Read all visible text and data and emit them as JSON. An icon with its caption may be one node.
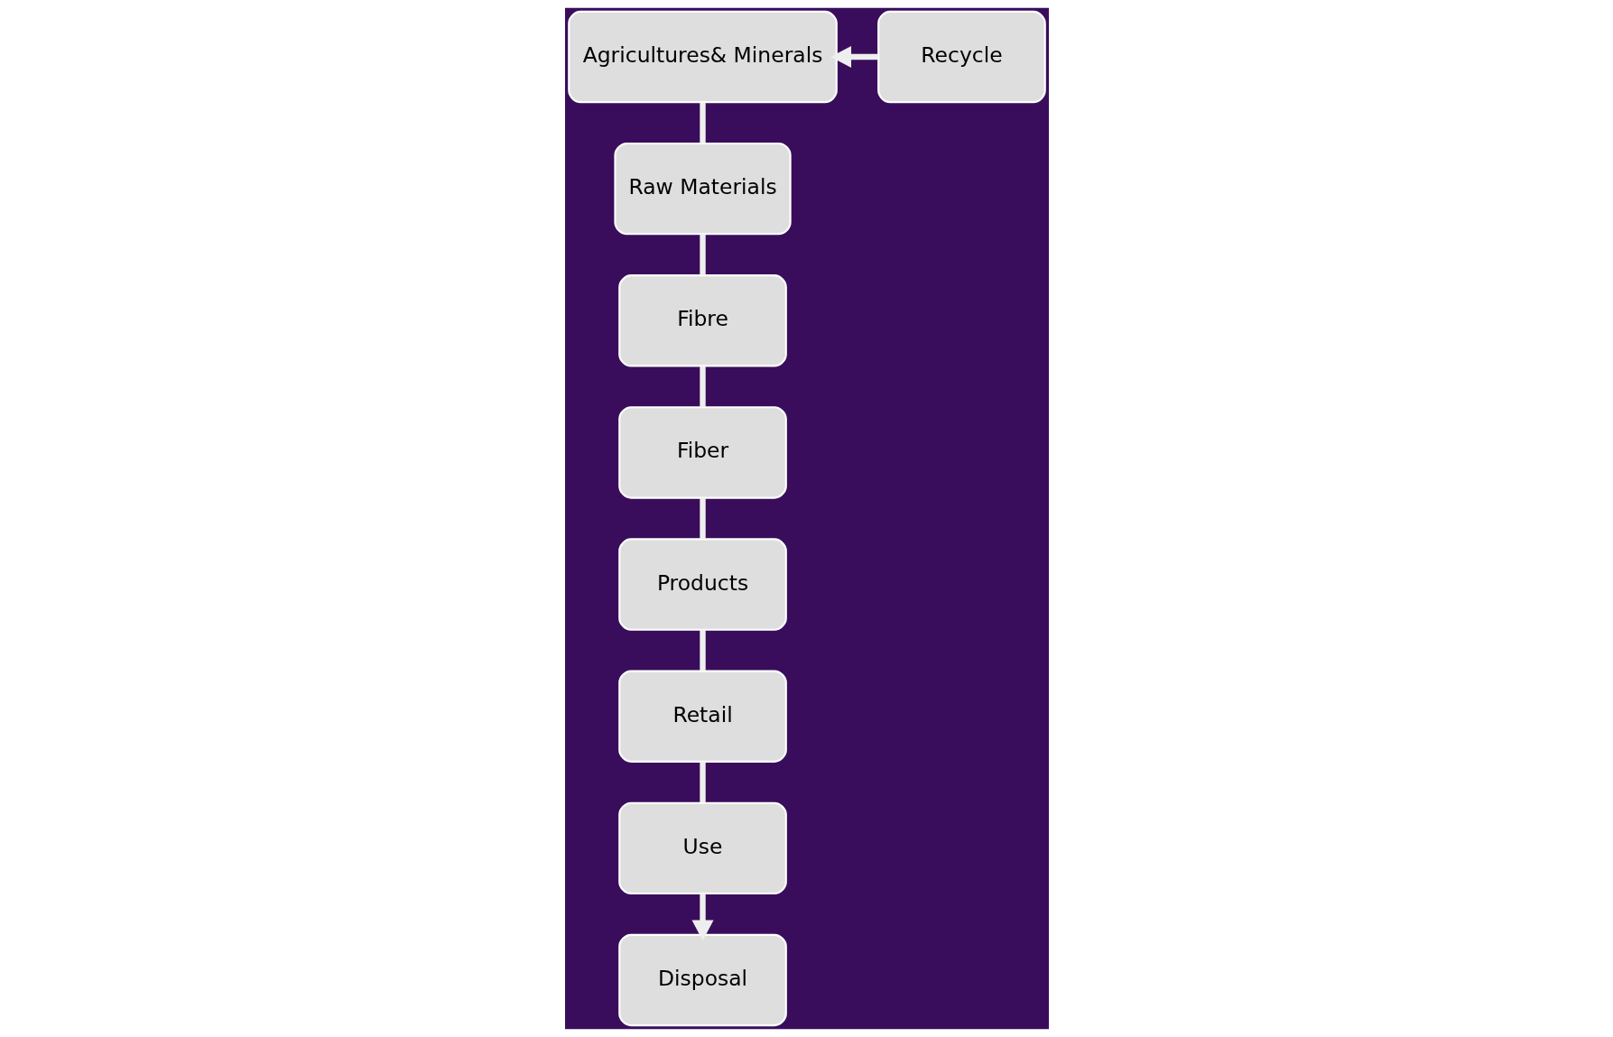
{
  "diagram": {
    "nodes": [
      {
        "text": [
          "Agricultures& Minerals"
        ]
      },
      {
        "text": [
          "Raw Materials"
        ]
      },
      {
        "text": [
          "Fibre"
        ]
      },
      {
        "text": [
          "Fiber"
        ]
      },
      {
        "text": [
          "Products"
        ]
      },
      {
        "text": [
          "Retail"
        ]
      },
      {
        "text": [
          "Use"
        ]
      },
      {
        "text": [
          "Disposal"
        ]
      },
      {
        "text": [
          "Recycle"
        ]
      }
    ],
    "edges": [
      {
        "from": 0,
        "to": 1,
        "arrow": "none"
      },
      {
        "from": 1,
        "to": 2,
        "arrow": "none"
      },
      {
        "from": 2,
        "to": 3,
        "arrow": "none"
      },
      {
        "from": 3,
        "to": 4,
        "arrow": "none"
      },
      {
        "from": 4,
        "to": 5,
        "arrow": "none"
      },
      {
        "from": 5,
        "to": 6,
        "arrow": "none"
      },
      {
        "from": 6,
        "to": 7,
        "arrow": "to"
      },
      {
        "from": 8,
        "to": 0,
        "arrow": "to"
      }
    ]
  }
}
